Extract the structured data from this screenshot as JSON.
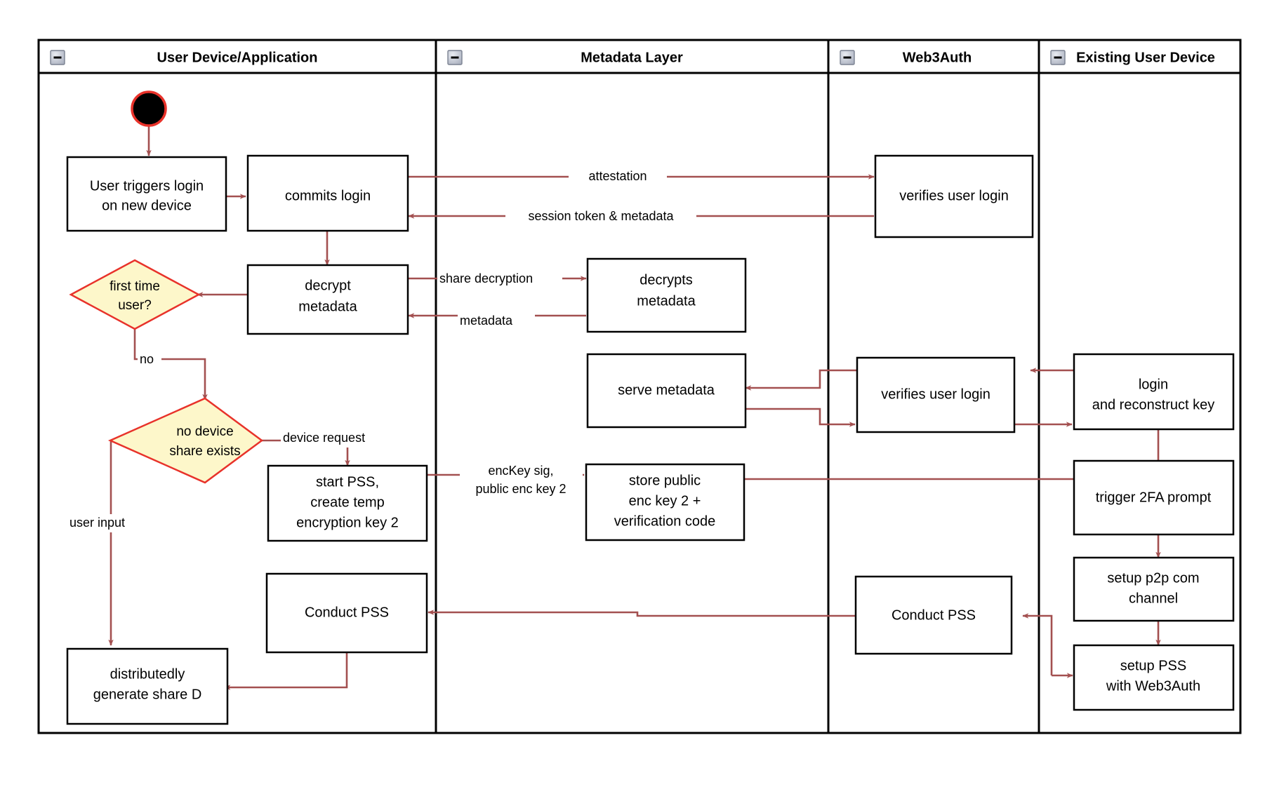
{
  "diagram": {
    "type": "uml-activity-swimlane",
    "title": "Web3Auth new device login / PSS flow",
    "colors": {
      "flow_arrow": "#a35050",
      "decision_fill": "#fdf7ca",
      "decision_stroke": "#e8322a",
      "node_stroke": "#000000",
      "node_fill": "#ffffff",
      "start_node_fill": "#000000",
      "start_node_stroke": "#e8322a",
      "lane_stroke": "#000000"
    },
    "lanes": [
      {
        "id": "lane-user-device",
        "label": "User Device/Application",
        "collapse_icon": "minus-icon"
      },
      {
        "id": "lane-metadata",
        "label": "Metadata Layer",
        "collapse_icon": "minus-icon"
      },
      {
        "id": "lane-web3auth",
        "label": "Web3Auth",
        "collapse_icon": "minus-icon"
      },
      {
        "id": "lane-existing-device",
        "label": "Existing User Device",
        "collapse_icon": "minus-icon"
      }
    ],
    "nodes": [
      {
        "id": "start",
        "lane": "lane-user-device",
        "shape": "initial-node",
        "label": ""
      },
      {
        "id": "user-triggers-login",
        "lane": "lane-user-device",
        "shape": "action",
        "label": "User triggers login\non new device",
        "lines": [
          "User triggers login",
          "on new device"
        ]
      },
      {
        "id": "commits-login",
        "lane": "lane-user-device",
        "shape": "action",
        "label": "commits login",
        "lines": [
          "commits login"
        ]
      },
      {
        "id": "decrypt-metadata",
        "lane": "lane-user-device",
        "shape": "action",
        "label": "decrypt\nmetadata",
        "lines": [
          "decrypt",
          "metadata"
        ]
      },
      {
        "id": "first-time-user",
        "lane": "lane-user-device",
        "shape": "decision",
        "label": "first time\nuser?",
        "lines": [
          "first time",
          "user?"
        ]
      },
      {
        "id": "no-device-share-exists",
        "lane": "lane-user-device",
        "shape": "decision",
        "label": "no device\nshare exists",
        "lines": [
          "no device",
          "share exists"
        ]
      },
      {
        "id": "start-pss-create-temp-key",
        "lane": "lane-user-device",
        "shape": "action",
        "label": "start PSS,\ncreate temp\nencryption key 2",
        "lines": [
          "start PSS,",
          "create temp",
          "encryption key 2"
        ]
      },
      {
        "id": "conduct-pss-user",
        "lane": "lane-user-device",
        "shape": "action",
        "label": "Conduct PSS",
        "lines": [
          "Conduct PSS"
        ]
      },
      {
        "id": "distributedly-generate-share-d",
        "lane": "lane-user-device",
        "shape": "action",
        "label": "distributedly\ngenerate share D",
        "lines": [
          "distributedly",
          "generate share D"
        ]
      },
      {
        "id": "decrypts-metadata",
        "lane": "lane-metadata",
        "shape": "action",
        "label": "decrypts\nmetadata",
        "lines": [
          "decrypts",
          "metadata"
        ]
      },
      {
        "id": "serve-metadata",
        "lane": "lane-metadata",
        "shape": "action",
        "label": "serve metadata",
        "lines": [
          "serve metadata"
        ]
      },
      {
        "id": "store-public-enc-key-2",
        "lane": "lane-metadata",
        "shape": "action",
        "label": "store public\nenc key 2 +\nverification code",
        "lines": [
          "store public",
          "enc key 2 +",
          "verification code"
        ]
      },
      {
        "id": "verifies-user-login-top",
        "lane": "lane-web3auth",
        "shape": "action",
        "label": "verifies user login",
        "lines": [
          "verifies user login"
        ]
      },
      {
        "id": "verifies-user-login-mid",
        "lane": "lane-web3auth",
        "shape": "action",
        "label": "verifies user login",
        "lines": [
          "verifies user login"
        ]
      },
      {
        "id": "conduct-pss-web3auth",
        "lane": "lane-web3auth",
        "shape": "action",
        "label": "Conduct PSS",
        "lines": [
          "Conduct PSS"
        ]
      },
      {
        "id": "login-and-reconstruct-key",
        "lane": "lane-existing-device",
        "shape": "action",
        "label": "login\nand reconstruct key",
        "lines": [
          "login",
          "and reconstruct key"
        ]
      },
      {
        "id": "trigger-2fa-prompt",
        "lane": "lane-existing-device",
        "shape": "action",
        "label": "trigger 2FA prompt",
        "lines": [
          "trigger 2FA prompt"
        ]
      },
      {
        "id": "setup-p2p-com-channel",
        "lane": "lane-existing-device",
        "shape": "action",
        "label": "setup p2p com\nchannel",
        "lines": [
          "setup p2p com",
          "channel"
        ]
      },
      {
        "id": "setup-pss-with-web3auth",
        "lane": "lane-existing-device",
        "shape": "action",
        "label": "setup PSS\nwith Web3Auth",
        "lines": [
          "setup PSS",
          "with Web3Auth"
        ]
      }
    ],
    "edge_labels": [
      {
        "id": "edge-attestation",
        "text": "attestation"
      },
      {
        "id": "edge-session-token-metadata",
        "text": "session token & metadata"
      },
      {
        "id": "edge-share-decryption",
        "text": "share decryption"
      },
      {
        "id": "edge-metadata",
        "text": "metadata"
      },
      {
        "id": "edge-no",
        "text": "no"
      },
      {
        "id": "edge-user-input",
        "text": "user input"
      },
      {
        "id": "edge-device-request",
        "text": "device request"
      },
      {
        "id": "edge-enckey-sig-line1",
        "text": "encKey sig,"
      },
      {
        "id": "edge-enckey-sig-line2",
        "text": "public enc key 2"
      }
    ]
  }
}
